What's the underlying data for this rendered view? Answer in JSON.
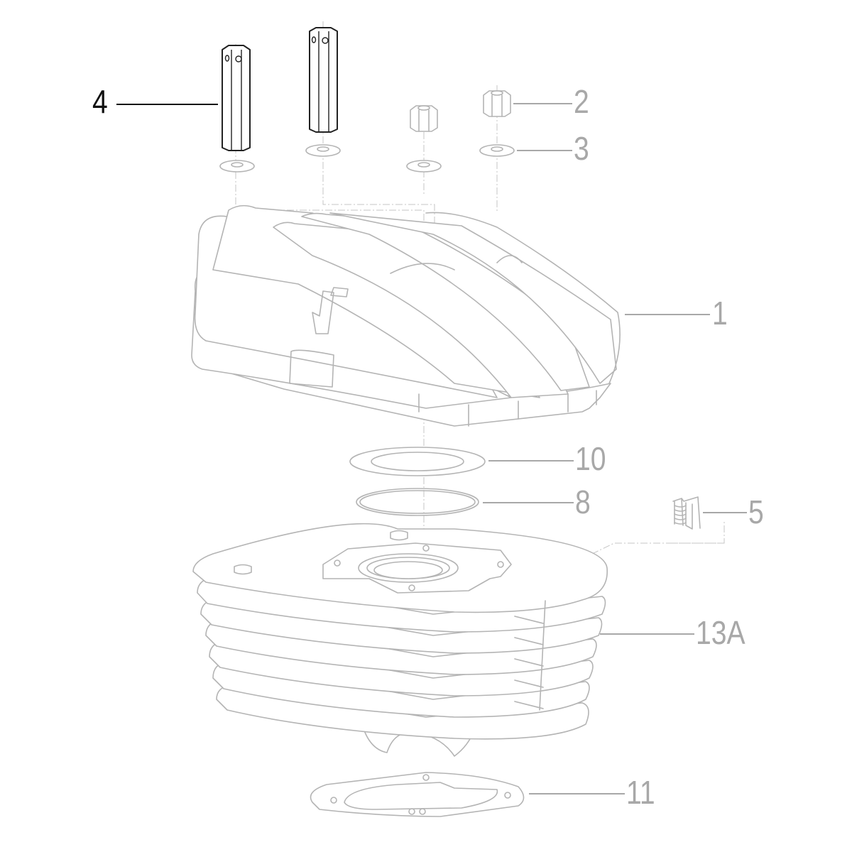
{
  "diagram": {
    "type": "exploded-parts-diagram",
    "subject": "cylinder and cylinder head assembly",
    "highlight_color": "#111111",
    "muted_color": "#a8a8a8",
    "callouts": [
      {
        "id": "4",
        "label": "4",
        "part": "stud bolt (hex sleeve)",
        "highlighted": true
      },
      {
        "id": "2",
        "label": "2",
        "part": "hex nut",
        "highlighted": false
      },
      {
        "id": "3",
        "label": "3",
        "part": "washer",
        "highlighted": false
      },
      {
        "id": "1",
        "label": "1",
        "part": "cylinder head",
        "highlighted": false
      },
      {
        "id": "10",
        "label": "10",
        "part": "head gasket",
        "highlighted": false
      },
      {
        "id": "8",
        "label": "8",
        "part": "o-ring",
        "highlighted": false
      },
      {
        "id": "5",
        "label": "5",
        "part": "spring clip",
        "highlighted": false
      },
      {
        "id": "13A",
        "label": "13A",
        "part": "cylinder",
        "highlighted": false
      },
      {
        "id": "11",
        "label": "11",
        "part": "base gasket",
        "highlighted": false
      }
    ]
  }
}
